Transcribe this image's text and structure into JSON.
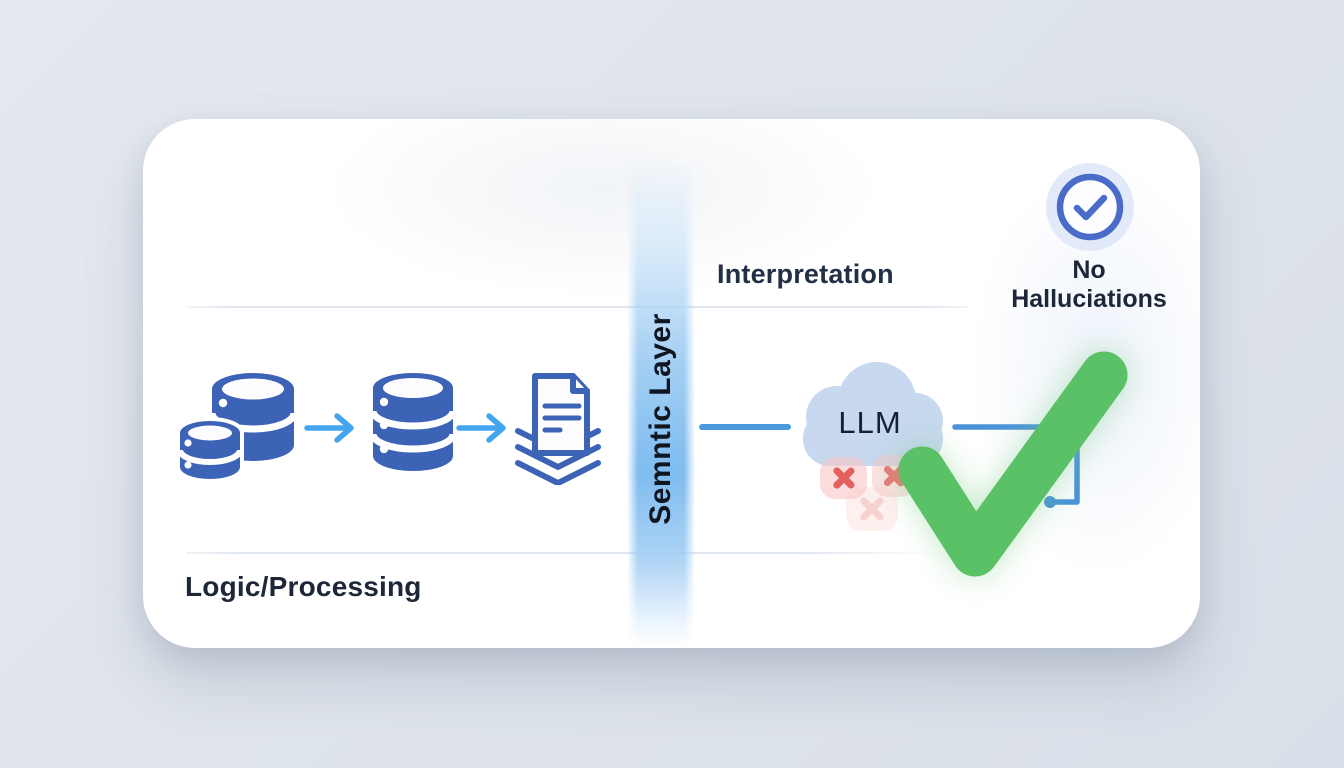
{
  "diagram": {
    "background_color": "#dfe4eb",
    "card_color": "#ffffff",
    "labels": {
      "interpretation": "Interpretation",
      "logic": "Logic/Processing",
      "semantic_layer": "Semntic Layer",
      "llm": "LLM",
      "badge_line1": "No",
      "badge_line2": "Halluciations"
    },
    "colors": {
      "database_blue": "#3c63b5",
      "arrow_blue": "#45a6ef",
      "connector_blue": "#4a93d8",
      "semantic_bar_blue": "#7fbcf0",
      "cloud_blue": "#c7d8ef",
      "check_green": "#5ac167",
      "error_red": "#e4605f",
      "badge_indigo": "#4a6cc8",
      "text_dark": "#1c2739",
      "divider_gray": "#dfe6ef"
    },
    "icons": {
      "left_sources": "database-cluster-icon",
      "warehouse": "database-icon",
      "documents": "document-stack-icon",
      "flow": "arrow-right-icon",
      "model": "cloud-icon",
      "errors": "x-mark-icon",
      "success": "checkmark-icon",
      "badge": "verified-badge-icon"
    }
  }
}
